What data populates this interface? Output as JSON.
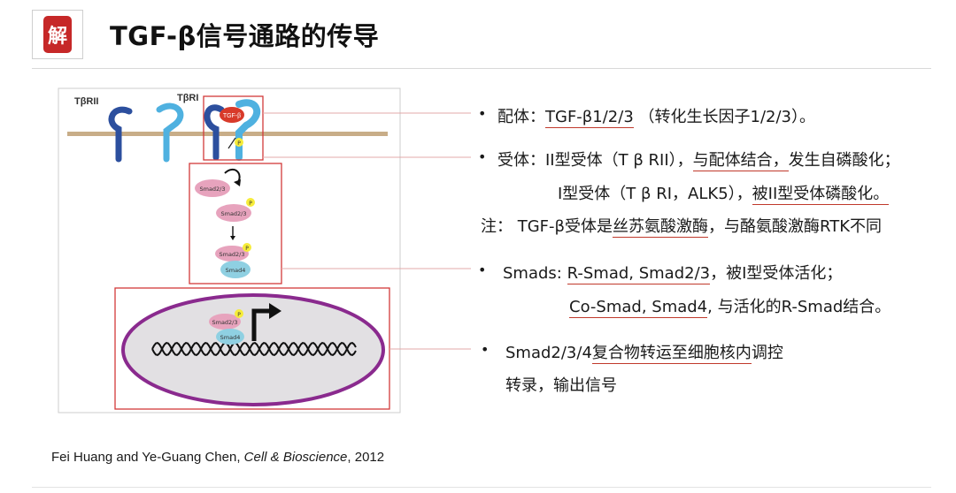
{
  "header": {
    "logo_char": "解",
    "title": "TGF-β信号通路的传导"
  },
  "diagram": {
    "label_tbetarii": "TβRII",
    "label_tbetari": "TβRI",
    "ligand_label": "TGF-β",
    "p_label": "P",
    "smad23_label": "Smad2/3",
    "smad4_label": "Smad4"
  },
  "bullets": {
    "ligand": {
      "prefix": "配体：",
      "underlined": "TGF-β1/2/3",
      "suffix": "（转化生长因子1/2/3）。"
    },
    "receptor": {
      "prefix": "受体：II型受体（T β RII），",
      "underlined": "与配体结合，",
      "suffix": "发生自磷酸化；"
    },
    "receptor2": {
      "prefix": "I型受体（T β RI，ALK5），",
      "underlined": "被II型受体磷酸化。"
    },
    "note": {
      "prefix": "注： TGF-β受体是",
      "underlined": "丝苏氨酸激酶",
      "suffix": "，与酪氨酸激酶RTK不同"
    },
    "smads": {
      "prefix": "Smads: ",
      "underlined": "R-Smad, Smad2/3",
      "suffix": "，被I型受体活化；"
    },
    "smads2": {
      "underlined": "Co-Smad, Smad4",
      "suffix": ", 与活化的R-Smad结合。"
    },
    "nucleus": {
      "prefix": "Smad2/3/4",
      "underlined": "复合物转运至细胞核内",
      "suffix": "调控"
    },
    "nucleus2": {
      "text": "转录，输出信号"
    }
  },
  "citation": {
    "authors": "Fei Huang and Ye-Guang Chen, ",
    "journal": "Cell & Bioscience",
    "year": ", 2012"
  },
  "colors": {
    "highlight_box": "#d23a3a",
    "membrane": "#c8ad88",
    "receptor_dark": "#2c4f9e",
    "receptor_light": "#4fb1e0",
    "smad23": "#e7a3bd",
    "smad4": "#8fd0e2",
    "phospho": "#f6ec3a",
    "nucleus_fill": "#e2e0e3",
    "nucleus_border": "#8a2a8e",
    "ligand": "#d83a2a"
  }
}
